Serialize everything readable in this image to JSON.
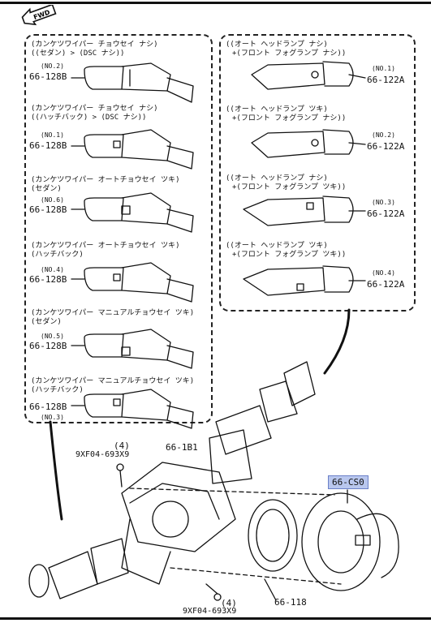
{
  "fwd_label": "FWD",
  "left_panels": [
    {
      "caption1": "(カンケツワイパー チョウセイ ナシ)",
      "caption2": "((セダン) > (DSC ナシ))",
      "no": "(NO.2)",
      "part": "66-128B"
    },
    {
      "caption1": "(カンケツワイパー チョウセイ ナシ)",
      "caption2": "((ハッチバック) > (DSC ナシ))",
      "no": "(NO.1)",
      "part": "66-128B"
    },
    {
      "caption1": "(カンケツワイパー オートチョウセイ ツキ)",
      "caption2": "(セダン)",
      "no": "(NO.6)",
      "part": "66-128B"
    },
    {
      "caption1": "(カンケツワイパー オートチョウセイ ツキ)",
      "caption2": "(ハッチバック)",
      "no": "(NO.4)",
      "part": "66-128B"
    },
    {
      "caption1": "(カンケツワイパー マニュアルチョウセイ ツキ)",
      "caption2": "(セダン)",
      "no": "(NO.5)",
      "part": "66-128B"
    },
    {
      "caption1": "(カンケツワイパー マニュアルチョウセイ ツキ)",
      "caption2": "(ハッチバック)",
      "no": "(NO.3)",
      "part": "66-128B"
    }
  ],
  "right_panels": [
    {
      "caption1": "((オート ヘッドランプ ナシ)",
      "caption2": "+(フロント フォグランプ ナシ))",
      "no": "(NO.1)",
      "part": "66-122A"
    },
    {
      "caption1": "((オート ヘッドランプ ツキ)",
      "caption2": "+(フロント フォグランプ ナシ))",
      "no": "(NO.2)",
      "part": "66-122A"
    },
    {
      "caption1": "((オート ヘッドランプ ナシ)",
      "caption2": "+(フロント フォグランプ ツキ))",
      "no": "(NO.3)",
      "part": "66-122A"
    },
    {
      "caption1": "((オート ヘッドランプ ツキ)",
      "caption2": "+(フロント フォグランプ ツキ))",
      "no": "(NO.4)",
      "part": "66-122A"
    }
  ],
  "assembly": {
    "screw_top_qty": "(4)",
    "screw_top_part": "9XF04-693X9",
    "combo_switch_part": "66-1B1",
    "clock_spring_part": "66-CS0",
    "cover_part": "66-118",
    "screw_bottom_qty": "(4)",
    "screw_bottom_part": "9XF04-693X9"
  },
  "colors": {
    "highlight": "#b9c7ee",
    "ink": "#111111"
  }
}
